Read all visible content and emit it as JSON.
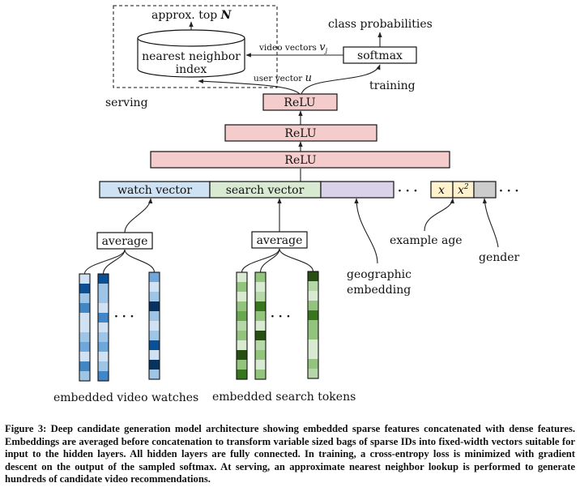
{
  "figure": {
    "serving_label": "serving",
    "training_label": "training",
    "top_n": {
      "prefix": "approx. top ",
      "var": "N"
    },
    "nn_index": {
      "line1": "nearest neighbor",
      "line2": "index"
    },
    "class_probabilities": "class probabilities",
    "softmax": "softmax",
    "video_vectors": {
      "text": "video vectors ",
      "var": "v",
      "sub": "j"
    },
    "user_vector": {
      "text": "user vector ",
      "var": "u"
    },
    "relu_layers": [
      "ReLU",
      "ReLU",
      "ReLU"
    ],
    "concat": {
      "watch_vector": "watch vector",
      "search_vector": "search vector",
      "x": "x",
      "x2_base": "x",
      "x2_exp": "2",
      "ellipsis": "· · ·"
    },
    "average_labels": [
      "average",
      "average"
    ],
    "example_age": "example age",
    "gender": "gender",
    "geographic_embedding": {
      "line1": "geographic",
      "line2": "embedding"
    },
    "embedded_video_watches": "embedded video watches",
    "embedded_search_tokens": "embedded search tokens",
    "ellipsis": "· · ·",
    "colors": {
      "relu_fill": "#f4cccc",
      "watch_fill": "#cfe2f3",
      "search_fill": "#d9ead3",
      "geo_fill": "#d9d2e9",
      "age_fill": "#fff2cc",
      "gender_fill": "#cccccc"
    },
    "watch_columns": [
      [
        "#cfe1f2",
        "#0b4f94",
        "#9ec4e6",
        "#4286c8",
        "#cfe1f2",
        "#cfe1f2",
        "#9ec4e6",
        "#6fa6dc",
        "#cfe1f2",
        "#4286c8",
        "#9ec4e6"
      ],
      [
        "#0b4f94",
        "#9ec4e6",
        "#9ec4e6",
        "#cfe1f2",
        "#4286c8",
        "#cfe1f2",
        "#9ec4e6",
        "#6fa6dc",
        "#cfe1f2",
        "#9ec4e6",
        "#4286c8"
      ],
      [
        "#6fa6dc",
        "#cfe1f2",
        "#9ec4e6",
        "#08325f",
        "#9ec4e6",
        "#cfe1f2",
        "#9ec4e6",
        "#0b4f94",
        "#cfe1f2",
        "#08325f",
        "#9ec4e6"
      ]
    ],
    "search_columns": [
      [
        "#d9ead3",
        "#93c47d",
        "#d9ead3",
        "#93c47d",
        "#6aa84f",
        "#b6d7a8",
        "#93c47d",
        "#d9ead3",
        "#274e13",
        "#93c47d",
        "#38761d"
      ],
      [
        "#93c47d",
        "#d9ead3",
        "#b6d7a8",
        "#38761d",
        "#93c47d",
        "#d9ead3",
        "#274e13",
        "#b6d7a8",
        "#93c47d",
        "#d9ead3",
        "#93c47d"
      ],
      [
        "#274e13",
        "#b6d7a8",
        "#d9ead3",
        "#93c47d",
        "#38761d",
        "#93c47d",
        "#93c47d",
        "#d9ead3",
        "#d9ead3",
        "#93c47d",
        "#b6d7a8"
      ]
    ]
  },
  "caption": "Figure 3: Deep candidate generation model architecture showing embedded sparse features concatenated with dense features. Embeddings are averaged before concatenation to transform variable sized bags of sparse IDs into fixed-width vectors suitable for input to the hidden layers. All hidden layers are fully connected. In training, a cross-entropy loss is minimized with gradient descent on the output of the sampled softmax. At serving, an approximate nearest neighbor lookup is performed to generate hundreds of candidate video recommendations."
}
